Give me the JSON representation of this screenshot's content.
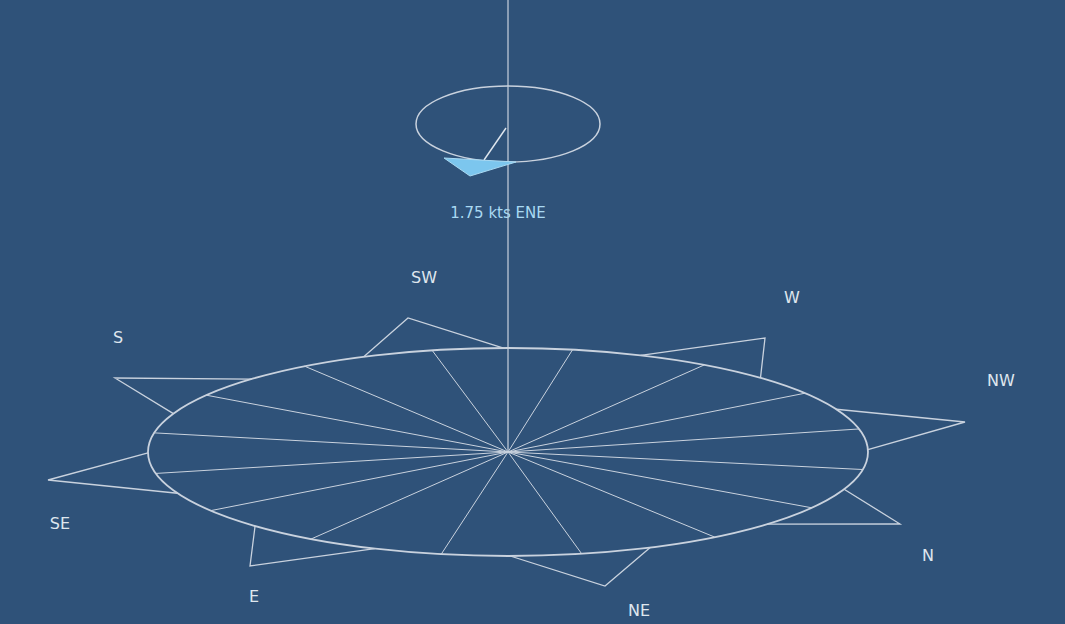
{
  "diagram": {
    "labels": [
      "1.75 kts ENE",
      "SW",
      "W",
      "S",
      "NW",
      "SE",
      "N",
      "E",
      "NE"
    ]
  }
}
